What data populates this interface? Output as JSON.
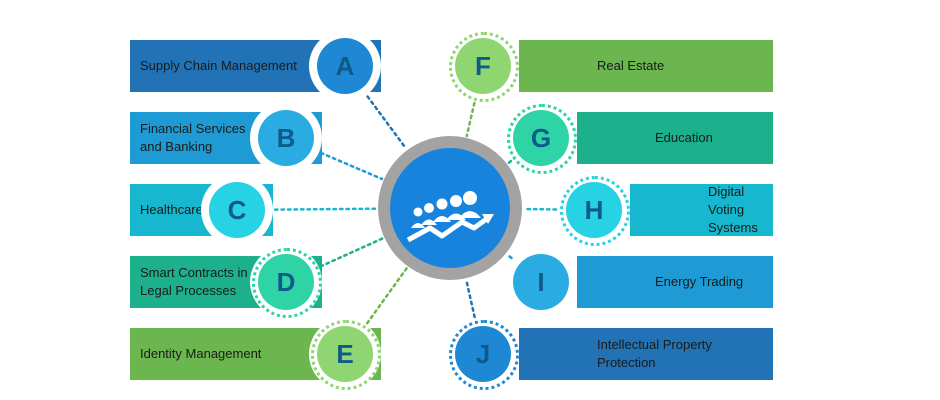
{
  "colors": {
    "hub_ring": "#a3a3a3",
    "hub_fill": "#1783dc",
    "letter": "#0e5a8a"
  },
  "hub": {
    "icon": "team-growth-arrow-icon"
  },
  "left_items": [
    {
      "letter": "A",
      "label": "Supply Chain Management",
      "banner_color": "#2173b5",
      "disc_color": "#1f88d4",
      "ring": false
    },
    {
      "letter": "B",
      "label": "Financial Services\nand Banking",
      "banner_color": "#1e9bd4",
      "disc_color": "#2aace3",
      "ring": false
    },
    {
      "letter": "C",
      "label": "Healthcare",
      "banner_color": "#16b7cf",
      "disc_color": "#26d2e3",
      "ring": false
    },
    {
      "letter": "D",
      "label": "Smart Contracts in\nLegal Processes",
      "banner_color": "#1cb08c",
      "disc_color": "#2ed4a6",
      "ring": true
    },
    {
      "letter": "E",
      "label": "Identity Management",
      "banner_color": "#6bb64f",
      "disc_color": "#8fd571",
      "ring": true
    }
  ],
  "right_items": [
    {
      "letter": "F",
      "label": "Real Estate",
      "banner_color": "#6bb64f",
      "disc_color": "#8fd571",
      "ring": true
    },
    {
      "letter": "G",
      "label": "Education",
      "banner_color": "#1cb08c",
      "disc_color": "#2ed4a6",
      "ring": true
    },
    {
      "letter": "H",
      "label": "Digital Voting\nSystems",
      "banner_color": "#16b7cf",
      "disc_color": "#26d2e3",
      "ring": true
    },
    {
      "letter": "I",
      "label": "Energy Trading",
      "banner_color": "#1e9bd4",
      "disc_color": "#2aace3",
      "ring": false
    },
    {
      "letter": "J",
      "label": "Intellectual Property Protection",
      "banner_color": "#2173b5",
      "disc_color": "#1f88d4",
      "ring": true
    }
  ]
}
